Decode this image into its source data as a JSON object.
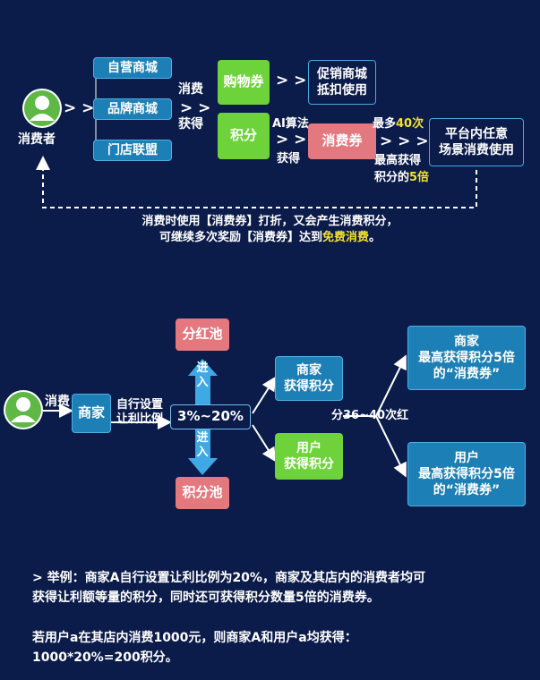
{
  "top": {
    "consumer_label": "消费者",
    "chevrons": "> >",
    "chevrons3": "> > >",
    "malls": [
      "自营商城",
      "品牌商城",
      "门店联盟"
    ],
    "consume_get": [
      "消费",
      "获得"
    ],
    "shopping_voucher": "购物券",
    "promo_mall": [
      "促销商城",
      "抵扣使用"
    ],
    "points": "积分",
    "ai_algo": "AI算法",
    "get": "获得",
    "consume_voucher": "消费券",
    "max_times_pre": "最多",
    "max_times_val": "40次",
    "max_gain": "最高获得",
    "points_of_pre": "积分的",
    "points_of_val": "5倍",
    "platform_use": [
      "平台内任意",
      "场景消费使用"
    ],
    "bottom_line1": "消费时使用【消费券】打折，又会产生消费积分，",
    "bottom_line2_pre": "可继续多次奖励【消费券】达到",
    "bottom_line2_hl": "免费消费",
    "bottom_line2_end": "。"
  },
  "middle": {
    "consume": "消费",
    "merchant": "商家",
    "self_set": [
      "自行设置",
      "让利比例"
    ],
    "ratio": "3%~20%",
    "in_label": [
      "进",
      "入"
    ],
    "dividend_pool": "分红池",
    "points_pool": "积分池",
    "merchant_points": [
      "商家",
      "获得积分"
    ],
    "user_points": [
      "用户",
      "获得积分"
    ],
    "dividend_times": "分36~40次红",
    "merchant_vouchers": [
      "商家",
      "最高获得积分5倍",
      "的“消费券”"
    ],
    "user_vouchers": [
      "用户",
      "最高获得积分5倍",
      "的“消费券”"
    ]
  },
  "example": {
    "line1": ">  举例：商家A自行设置让利比例为20%，商家及其店内的消费者均可",
    "line2": "获得让利额等量的积分，同时还可获得积分数量5倍的消费券。",
    "line3": "若用户a在其店内消费1000元，则商家A和用户a均获得：",
    "line4": "1000*20%=200积分。"
  },
  "colors": {
    "background": "#0b1b4a",
    "blue": "#1c7fb5",
    "green": "#6ed33a",
    "pink": "#e3787e",
    "highlight": "#f4e12e",
    "arrow": "#3fa9e6"
  }
}
